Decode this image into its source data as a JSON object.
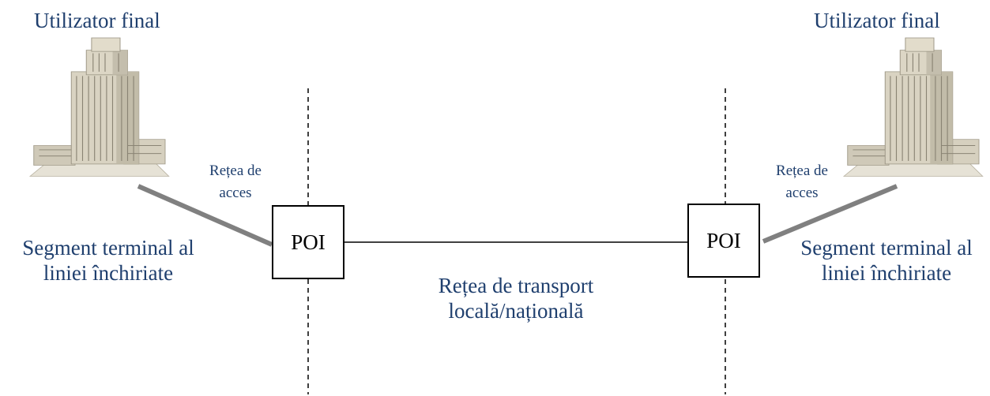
{
  "left": {
    "user_label": "Utilizator final",
    "access_label_line1": "Rețea de",
    "access_label_line2": "acces",
    "segment_line1": "Segment terminal al",
    "segment_line2": "liniei închiriate",
    "poi_label": "POI"
  },
  "right": {
    "user_label": "Utilizator final",
    "access_label_line1": "Rețea de",
    "access_label_line2": "acces",
    "segment_line1": "Segment terminal al",
    "segment_line2": "liniei închiriate",
    "poi_label": "POI"
  },
  "center": {
    "transport_line1": "Rețea de transport",
    "transport_line2": "locală/națională"
  },
  "colors": {
    "text": "#1f3f6e",
    "access_line": "#808080"
  },
  "icons": {
    "building": "office-building-icon"
  }
}
